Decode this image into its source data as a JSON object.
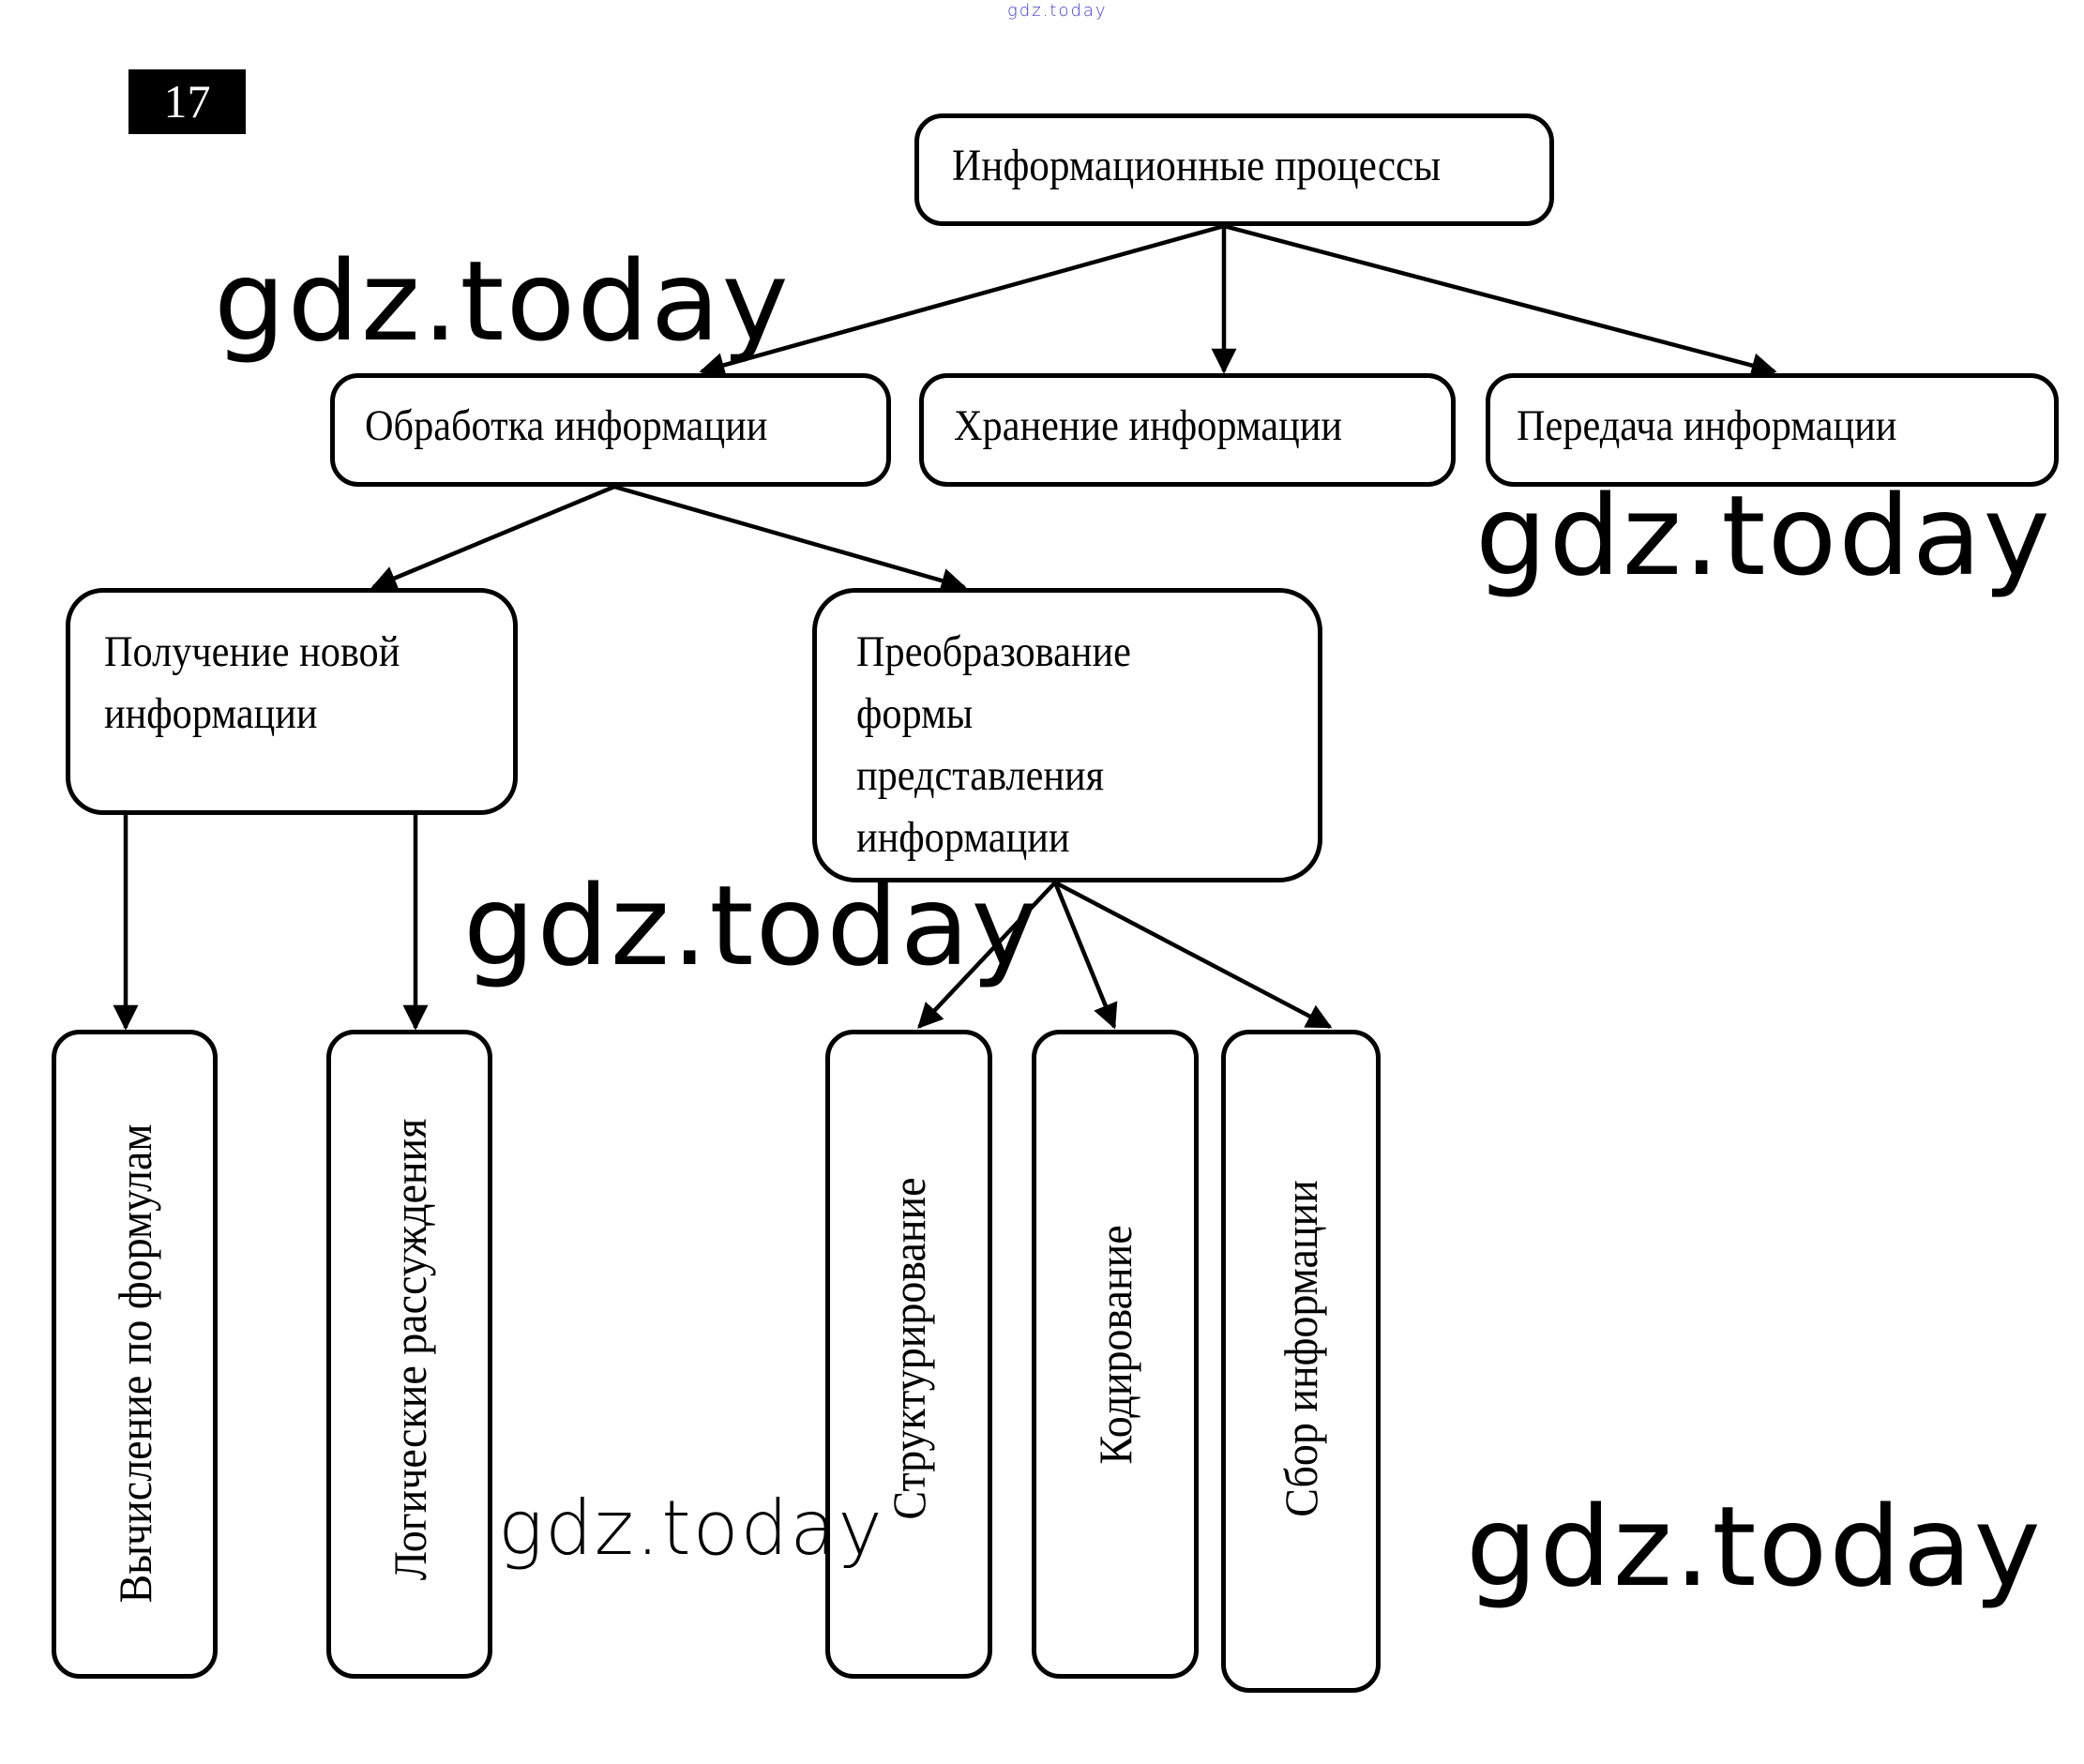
{
  "page": {
    "task_number": "17",
    "top_watermark": "gdz.today"
  },
  "diagram": {
    "root": {
      "label": "Информационные процессы"
    },
    "level1": [
      {
        "label": "Обработка информации"
      },
      {
        "label": "Хранение информации"
      },
      {
        "label": "Передача информации"
      }
    ],
    "level2": [
      {
        "label_lines": [
          "Получение новой",
          "информации"
        ]
      },
      {
        "label_lines": [
          "Преобразование",
          "формы",
          "представления",
          "информации"
        ]
      }
    ],
    "level3": [
      {
        "label": "Вычисление по формулам",
        "parent": "Получение новой информации"
      },
      {
        "label": "Логические рассуждения",
        "parent": "Получение новой информации"
      },
      {
        "label": "Структурирование",
        "parent": "Преобразование формы представления информации"
      },
      {
        "label": "Кодирование",
        "parent": "Преобразование формы представления информации"
      },
      {
        "label": "Сбор информации",
        "parent": "Преобразование формы представления информации"
      }
    ],
    "edges": [
      [
        "Информационные процессы",
        "Обработка информации"
      ],
      [
        "Информационные процессы",
        "Хранение информации"
      ],
      [
        "Информационные процессы",
        "Передача информации"
      ],
      [
        "Обработка информации",
        "Получение новой информации"
      ],
      [
        "Обработка информации",
        "Преобразование формы представления информации"
      ],
      [
        "Получение новой информации",
        "Вычисление по формулам"
      ],
      [
        "Получение новой информации",
        "Логические рассуждения"
      ],
      [
        "Преобразование формы представления информации",
        "Структурирование"
      ],
      [
        "Преобразование формы представления информации",
        "Кодирование"
      ],
      [
        "Преобразование формы представления информации",
        "Сбор информации"
      ]
    ]
  },
  "watermarks": [
    "gdz.today",
    "gdz.today",
    "gdz.today",
    "gdz.today",
    "gdz.today"
  ],
  "colors": {
    "stroke": "#000000",
    "background": "#ffffff",
    "top_watermark": "#3a3acf"
  }
}
